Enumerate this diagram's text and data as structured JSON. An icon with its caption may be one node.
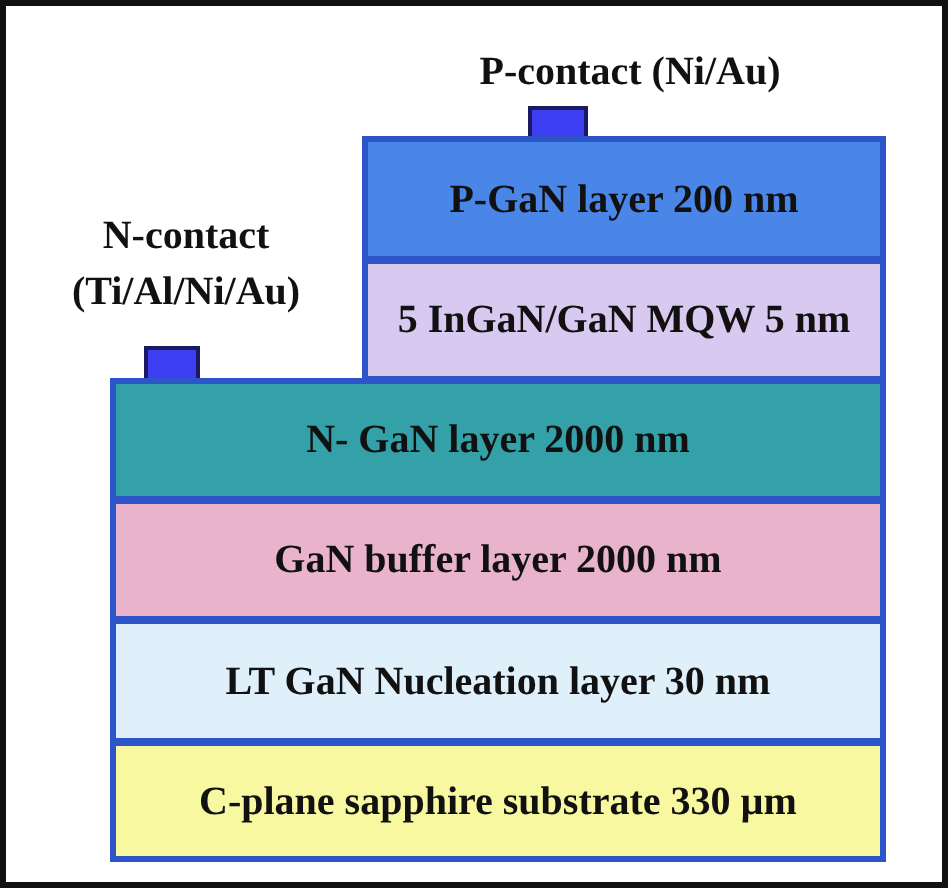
{
  "diagram": {
    "nodes": [
      {
        "text": [],
        "shape": "box",
        "beside": [
          "P-contact (Ni/Au)"
        ]
      },
      {
        "text": [
          "P-GaN layer 200 nm"
        ]
      },
      {
        "text": [
          "5 InGaN/GaN MQW 5 nm"
        ]
      },
      {
        "text": [],
        "shape": "box",
        "beside": [
          "N-contact (Ti/Al/Ni/Au)"
        ]
      },
      {
        "text": [
          "N- GaN layer 2000 nm"
        ]
      },
      {
        "text": [
          "GaN buffer layer 2000 nm"
        ]
      },
      {
        "text": [
          "LT GaN Nucleation layer 30 nm"
        ]
      },
      {
        "text": [
          "C-plane sapphire substrate 330 µm"
        ]
      }
    ]
  }
}
